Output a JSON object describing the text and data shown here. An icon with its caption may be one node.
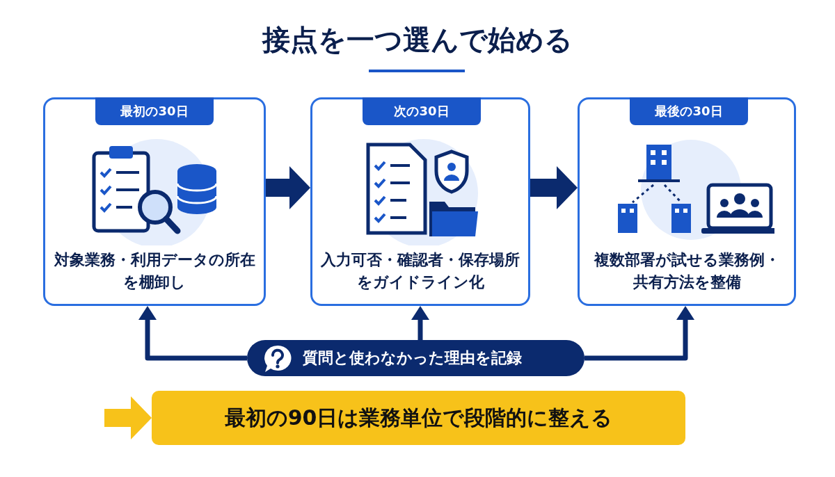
{
  "diagram": {
    "title": "接点を一つ選んで始める",
    "nodes": [
      {
        "text": [
          "最初の30日",
          "対象業務・利用データの所在を棚卸し"
        ]
      },
      {
        "text": [
          "次の30日",
          "入力可否・確認者・保存場所をガイドライン化"
        ]
      },
      {
        "text": [
          "最後の30日",
          "複数部署が試せる業務例・共有方法を整備"
        ]
      },
      {
        "text": [
          "質問と使わなかった理由を記録"
        ]
      },
      {
        "text": [
          "最初の90日は業務単位で段階的に整える"
        ]
      }
    ],
    "edges": [
      {
        "from": 0,
        "to": 1,
        "arrow": "to",
        "style": "thick"
      },
      {
        "from": 1,
        "to": 2,
        "arrow": "to",
        "style": "thick"
      },
      {
        "from": 3,
        "to": 0,
        "arrow": "to"
      },
      {
        "from": 3,
        "to": 1,
        "arrow": "to"
      },
      {
        "from": 3,
        "to": 2,
        "arrow": "to"
      },
      {
        "from": null,
        "to": 4,
        "arrow": "to",
        "style": "thick",
        "color": "#f7c21a"
      }
    ]
  }
}
